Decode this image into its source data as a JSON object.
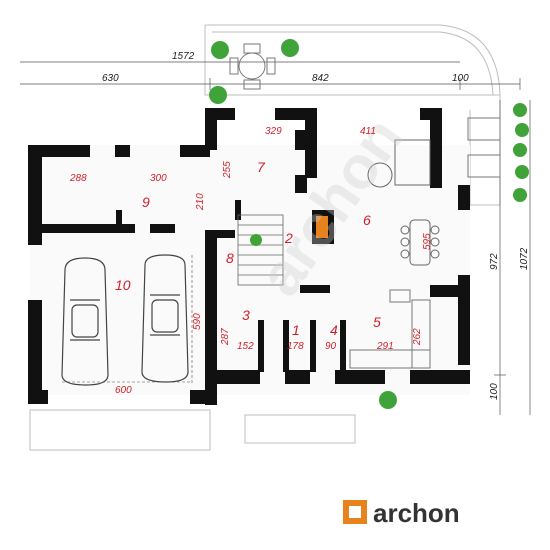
{
  "dimensions": {
    "top_total": "1572",
    "top_left": "630",
    "top_mid": "842",
    "top_right": "100",
    "right_a": "972",
    "right_b": "1072",
    "right_c": "100"
  },
  "rooms": [
    {
      "number": "1"
    },
    {
      "number": "2"
    },
    {
      "number": "3"
    },
    {
      "number": "4"
    },
    {
      "number": "5"
    },
    {
      "number": "6"
    },
    {
      "number": "7"
    },
    {
      "number": "8"
    },
    {
      "number": "9"
    },
    {
      "number": "10"
    }
  ],
  "room_dims": {
    "d288": "288",
    "d300": "300",
    "d210": "210",
    "d329": "329",
    "d255": "255",
    "d411": "411",
    "d595": "595",
    "d590": "590",
    "d600": "600",
    "d287": "287",
    "d152": "152",
    "d178": "178",
    "d90": "90",
    "d291": "291",
    "d262": "262"
  },
  "logo": {
    "text": "archon",
    "watermark": "archon"
  },
  "colors": {
    "wall": "#111111",
    "dim_red": "#d21f2a",
    "plant": "#3fa33a",
    "stove": "#e8821e"
  }
}
